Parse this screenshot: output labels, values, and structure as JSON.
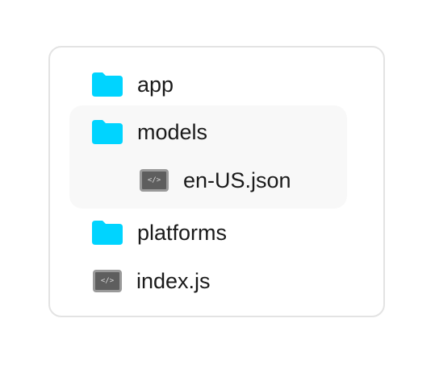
{
  "tree": {
    "items": [
      {
        "label": "app",
        "icon": "folder-icon",
        "depth": 0
      },
      {
        "label": "models",
        "icon": "folder-icon",
        "depth": 0
      },
      {
        "label": "en-US.json",
        "icon": "code-file-icon",
        "depth": 1
      },
      {
        "label": "platforms",
        "icon": "folder-icon",
        "depth": 0
      },
      {
        "label": "index.js",
        "icon": "code-file-icon",
        "depth": 0
      }
    ],
    "code_glyph": "</>"
  },
  "colors": {
    "folder": "#00d4ff",
    "code_file_fill": "#5e5e5e",
    "code_file_border": "#9a9a9a",
    "panel_border": "#e3e3e3",
    "group_highlight": "#f8f8f8"
  }
}
